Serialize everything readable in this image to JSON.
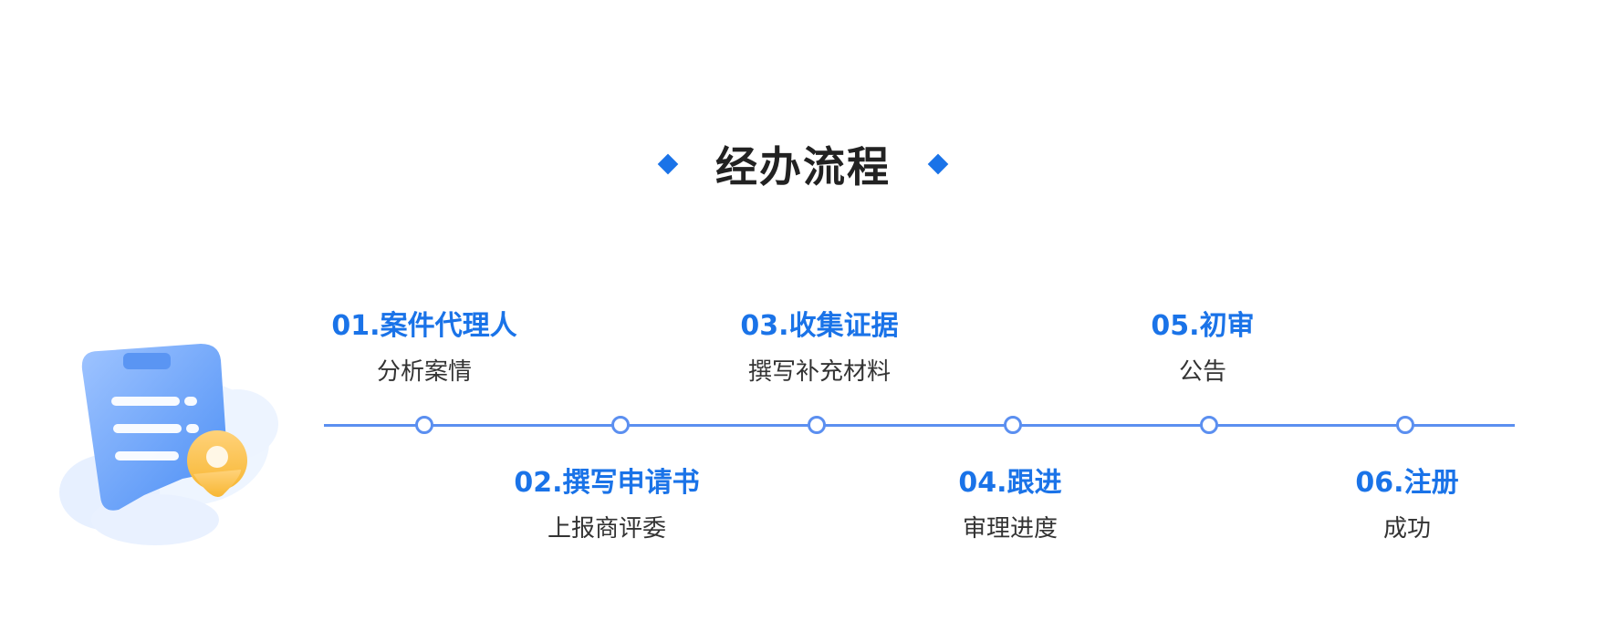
{
  "section": {
    "title": "经办流程"
  },
  "steps": [
    {
      "title": "01.案件代理人",
      "desc": "分析案情"
    },
    {
      "title": "02.撰写申请书",
      "desc": "上报商评委"
    },
    {
      "title": "03.收集证据",
      "desc": "撰写补充材料"
    },
    {
      "title": "04.跟进",
      "desc": "审理进度"
    },
    {
      "title": "05.初审",
      "desc": "公告"
    },
    {
      "title": "06.注册",
      "desc": "成功"
    }
  ],
  "icons": {
    "illustration": "clipboard-location-icon",
    "title_marker": "diamond-icon"
  },
  "colors": {
    "accent": "#1a73e8",
    "line": "#5b8ff0",
    "title_text": "#222222",
    "desc_text": "#333333"
  }
}
